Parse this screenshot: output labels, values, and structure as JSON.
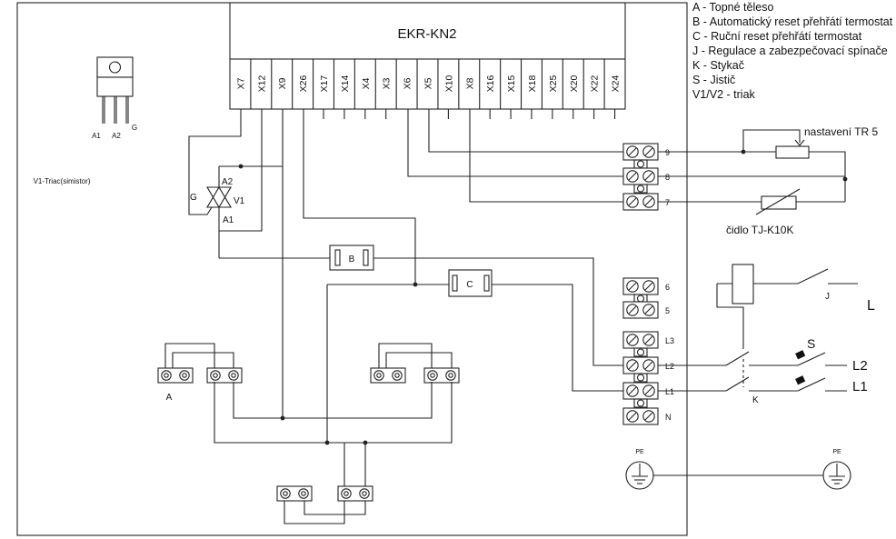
{
  "legend": [
    "A - Topné těleso",
    "B - Automatický reset přehřátí termostat",
    "C - Ruční reset přehřátí termostat",
    "J - Regulace a zabezpečovací spínače",
    "K - Stykač",
    "S - Jistič",
    "V1/V2 - triak"
  ],
  "controller": {
    "title": "EKR-KN2",
    "terminals": [
      "X7",
      "X12",
      "X9",
      "X26",
      "X17",
      "X14",
      "X4",
      "X3",
      "X6",
      "X5",
      "X10",
      "X8",
      "X16",
      "X15",
      "X18",
      "X25",
      "X20",
      "X22",
      "X24"
    ]
  },
  "triac_package": {
    "pins": [
      "A1",
      "A2",
      "G"
    ],
    "caption": "V1-Triac(simistor)"
  },
  "triac_symbol": {
    "a2": "A2",
    "a1": "A1",
    "g": "G",
    "name": "V1"
  },
  "terminal_blocks": {
    "control": [
      "9",
      "8",
      "7"
    ],
    "aux": [
      "6",
      "5"
    ],
    "power": [
      "L3",
      "L2",
      "L1",
      "N"
    ]
  },
  "components": {
    "b": "B",
    "c": "C",
    "a": "A",
    "j": "J",
    "k": "K",
    "s": "S",
    "setting": "nastavení TR 5",
    "sensor": "čidlo TJ-K10K",
    "pe_left": "PE",
    "pe_right": "PE"
  },
  "lines": {
    "l": "L",
    "l2": "L2",
    "l1": "L1"
  }
}
